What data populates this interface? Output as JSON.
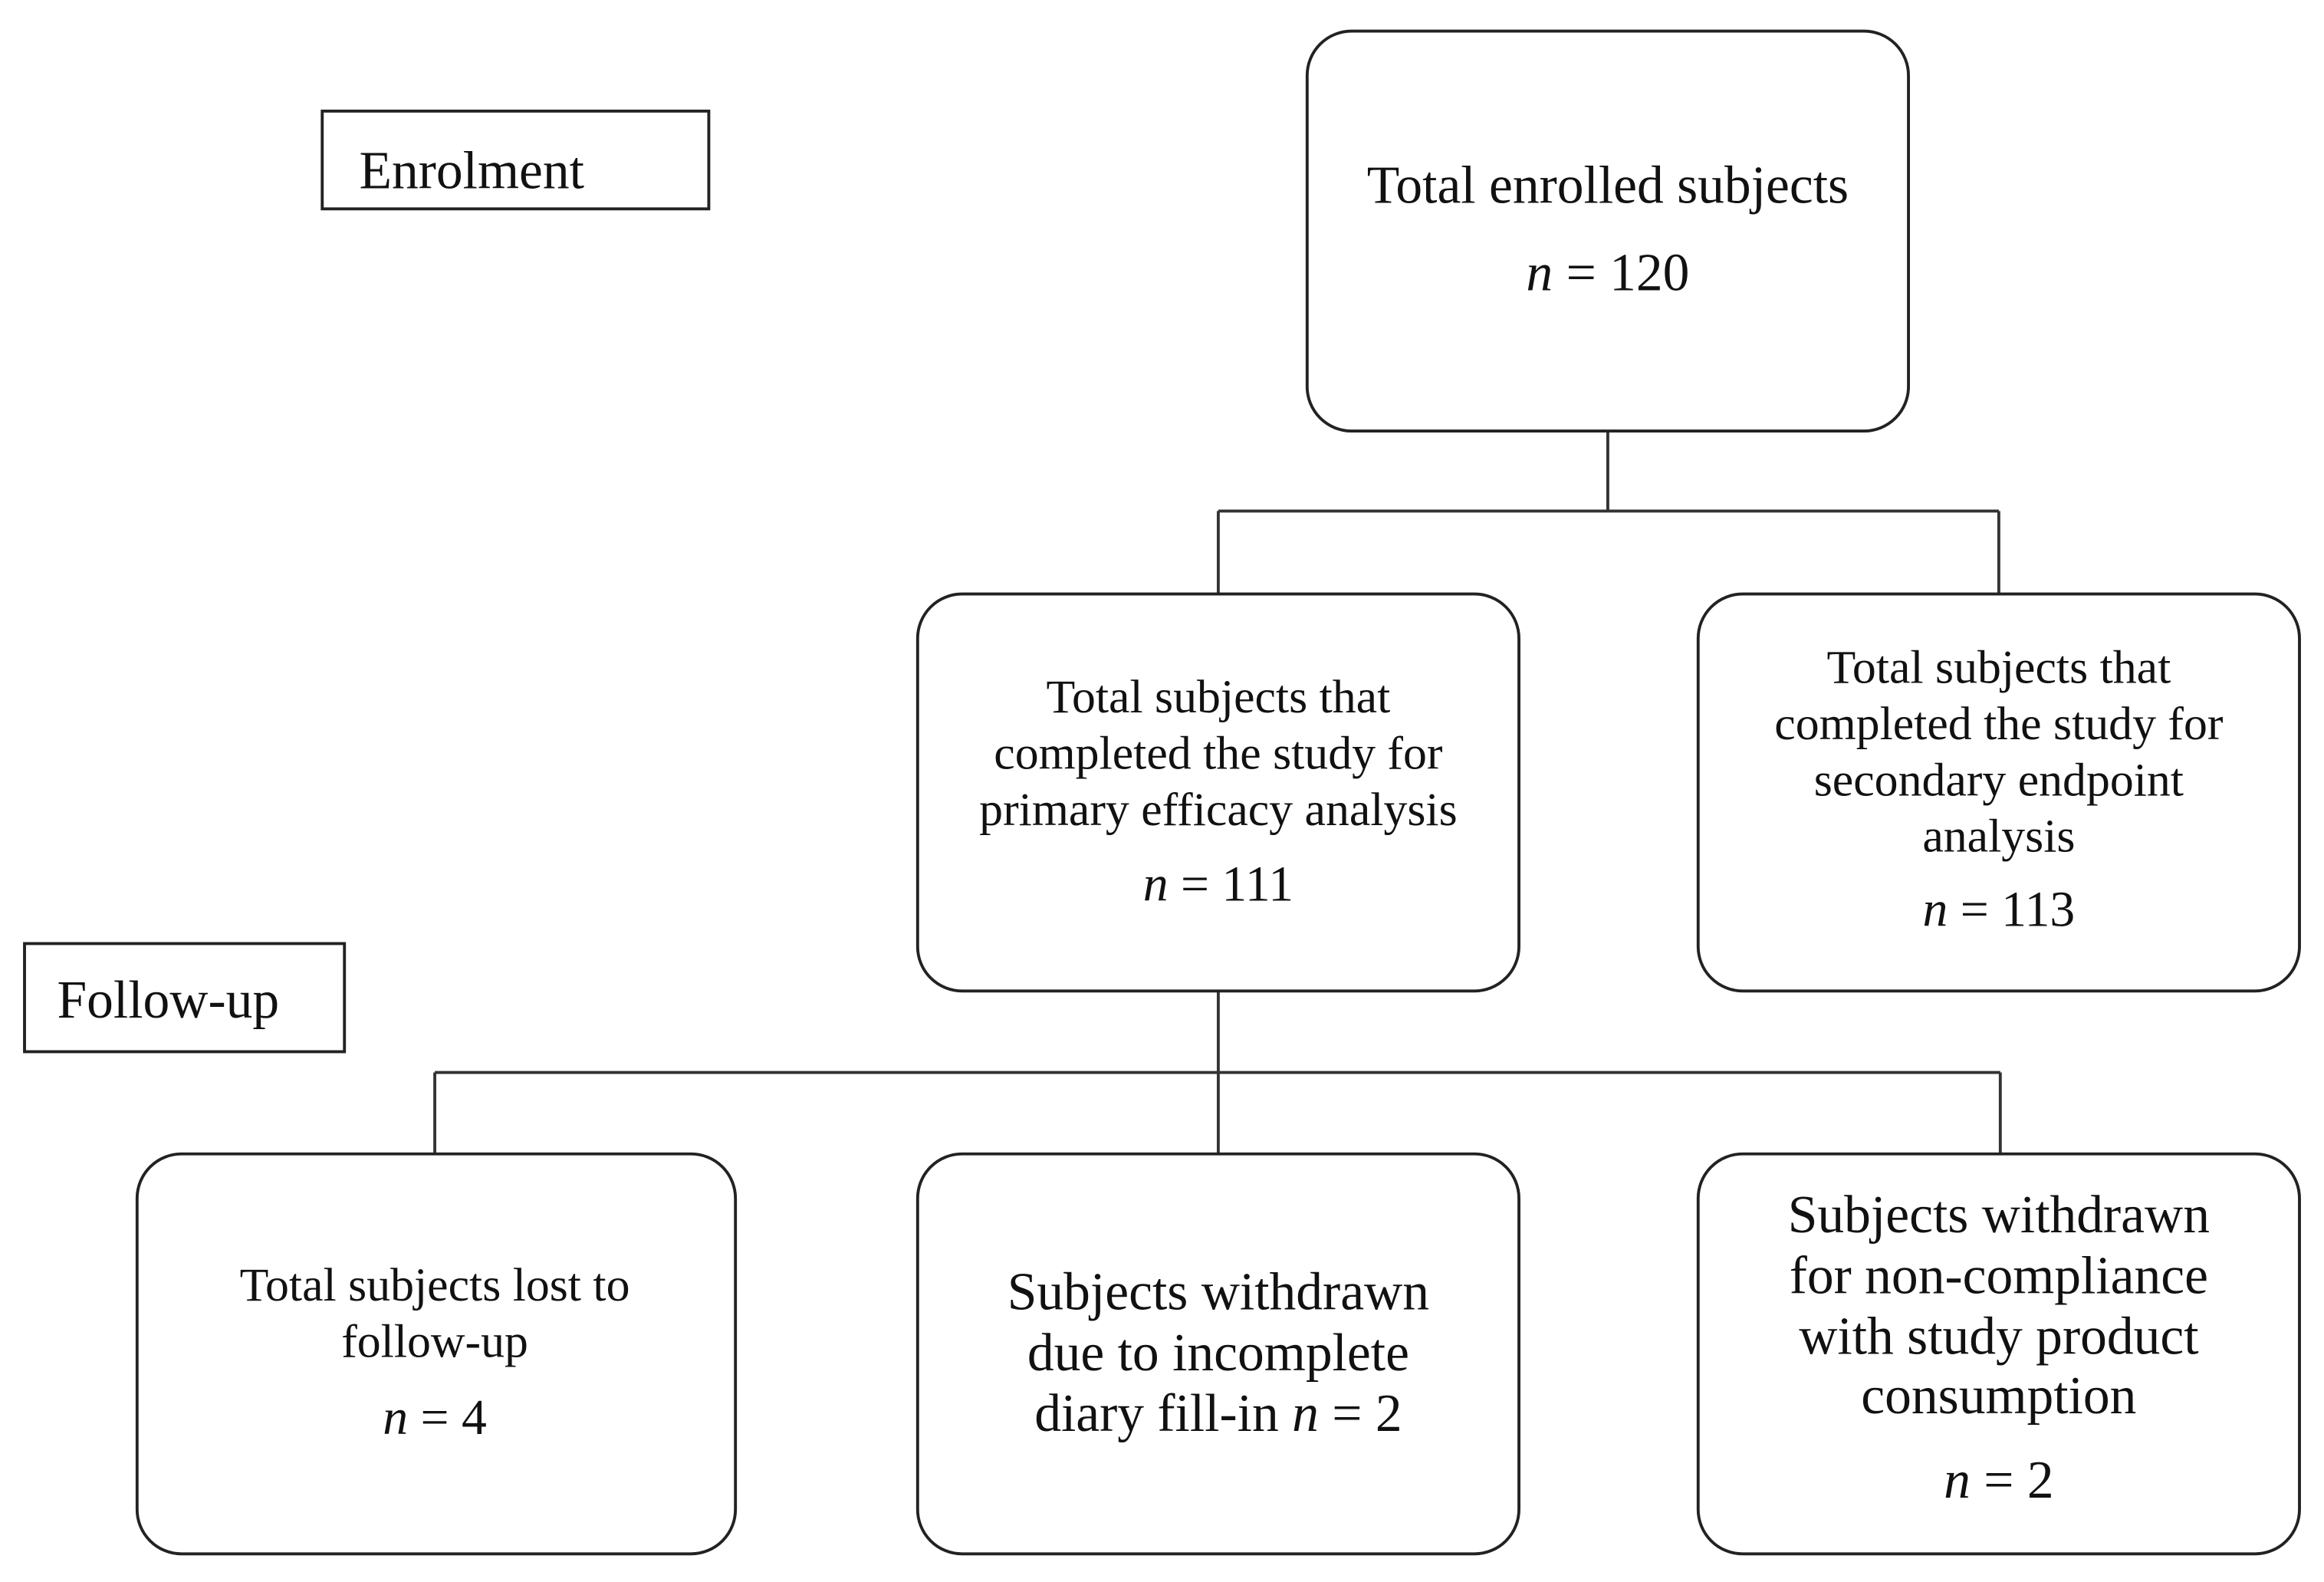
{
  "phases": {
    "enrolment": "Enrolment",
    "follow_up": "Follow-up"
  },
  "n_symbol": "n",
  "boxes": {
    "enrolled": {
      "lines": [
        "Total enrolled subjects"
      ],
      "count": "= 120"
    },
    "primary": {
      "lines": [
        "Total subjects that",
        "completed the study for",
        "primary efficacy analysis"
      ],
      "count": "= 111"
    },
    "secondary": {
      "lines": [
        "Total subjects that",
        "completed the study for",
        "secondary endpoint",
        "analysis"
      ],
      "count": "= 113"
    },
    "lost": {
      "lines": [
        "Total subjects lost to",
        "follow-up"
      ],
      "count": "= 4"
    },
    "diary": {
      "lines": [
        "Subjects withdrawn",
        "due to incomplete"
      ],
      "last_prefix": "diary fill-in ",
      "count": "= 2"
    },
    "noncompliance": {
      "lines": [
        "Subjects withdrawn",
        "for non-compliance",
        "with study product",
        "consumption"
      ],
      "count": "= 2"
    }
  }
}
